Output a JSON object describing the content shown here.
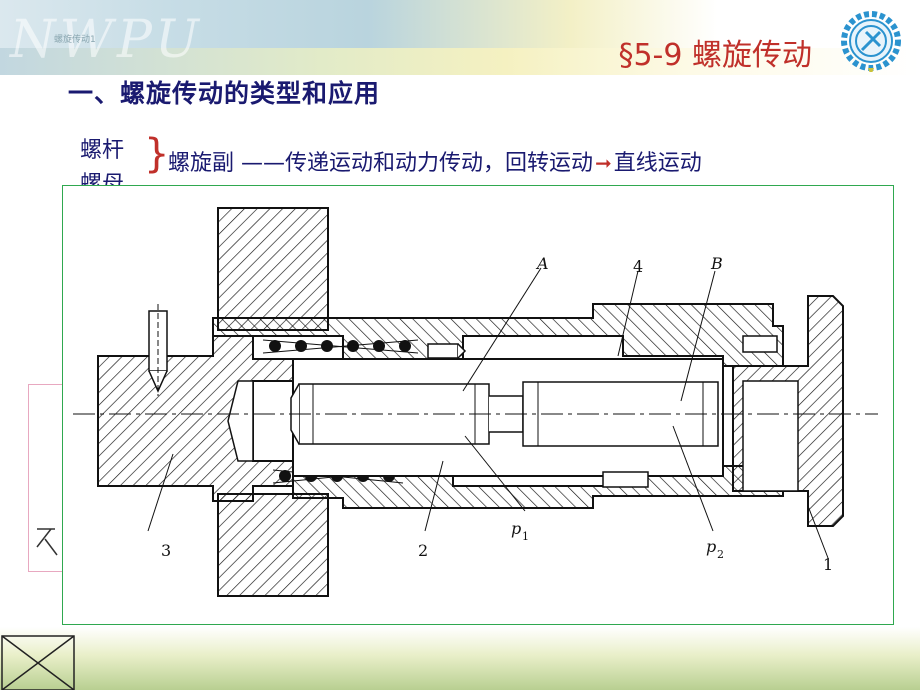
{
  "header": {
    "logo_text": "NWPU",
    "small_label": "螺旋传动1",
    "section_title": "§5-9  螺旋传动"
  },
  "heading": "一、螺旋传动的类型和应用",
  "terms": {
    "screw": "螺杆",
    "nut": "螺母"
  },
  "description": {
    "pair": "螺旋副",
    "function": "——传递运动和动力传动，回转运动",
    "result": "直线运动"
  },
  "figure": {
    "labels": {
      "A": "A",
      "B": "B",
      "four": "4",
      "three": "3",
      "two": "2",
      "one": "1",
      "p1": "p",
      "p1_sub": "1",
      "p2": "p",
      "p2_sub": "2"
    }
  },
  "colors": {
    "title_red": "#c0302a",
    "text_navy": "#1a1a70",
    "frame_green": "#2fa84f"
  }
}
